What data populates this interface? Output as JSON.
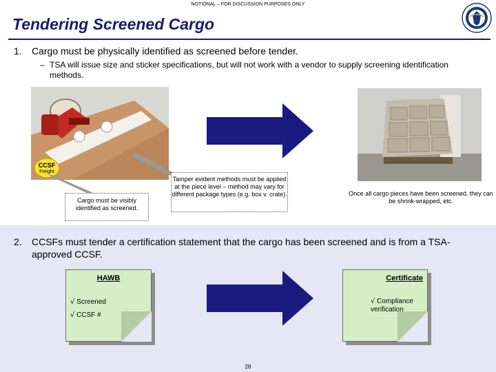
{
  "header": {
    "notional": "NOTIONAL – FOR DISCUSSION PURPOSES ONLY",
    "title": "Tendering Screened Cargo"
  },
  "point1": {
    "number": "1.",
    "text": "Cargo must be physically identified as screened before tender.",
    "sub_dash": "–",
    "sub_text": "TSA will issue size and sticker specifications, but will not work with a vendor to supply screening identification methods."
  },
  "photo": {
    "sticker_title": "CCSF",
    "sticker_sub": "Freight"
  },
  "captions": {
    "visible": "Cargo must be visibly identified as screened.",
    "tamper": "Tamper evident methods must be applied at the piece level – method may vary for different package types (e.g. box v. crate).",
    "shrink": "Once all cargo pieces have been screened, they can be shrink-wrapped, etc."
  },
  "point2": {
    "number": "2.",
    "text": "CCSFs must tender a certification statement that the cargo has been screened and is from a TSA-approved CCSF."
  },
  "hawb": {
    "title": "HAWB",
    "check": "√",
    "item1": "Screened",
    "item2": "CCSF #"
  },
  "certificate": {
    "title": "Certificate",
    "check": "√",
    "item1": "Compliance verification"
  },
  "footer": {
    "page_number": "28"
  },
  "colors": {
    "title": "#1a1a6e",
    "arrow": "#1a1a80",
    "band": "#e6e6f5",
    "doc_fill": "#d6eec6"
  }
}
